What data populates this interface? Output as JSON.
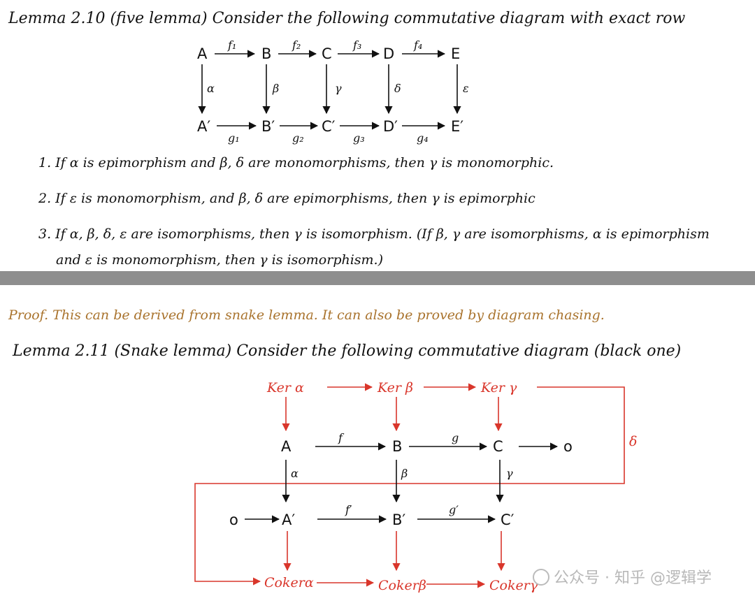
{
  "lemma_five": {
    "heading": "Lemma 2.10 (five lemma) Consider the following commutative diagram with exact row",
    "diagram": {
      "top_nodes": [
        "A",
        "B",
        "C",
        "D",
        "E"
      ],
      "bottom_nodes": [
        "A′",
        "B′",
        "C′",
        "D′",
        "E′"
      ],
      "top_maps": [
        "f₁",
        "f₂",
        "f₃",
        "f₄"
      ],
      "bottom_maps": [
        "g₁",
        "g₂",
        "g₃",
        "g₄"
      ],
      "vertical_maps": [
        "α",
        "β",
        "γ",
        "δ",
        "ε"
      ]
    },
    "items": [
      "1. If α is epimorphism and β, δ are monomorphisms, then γ is monomorphic.",
      "2. If ε is monomorphism, and β, δ are epimorphisms, then γ is epimorphic",
      "3. If α, β, δ, ε are isomorphisms, then γ is isomorphism. (If β, γ are isomorphisms, α is epimorphism",
      "and ε is monomorphism, then γ is isomorphism.)"
    ]
  },
  "proof": "Proof. This can be derived from snake lemma. It can also be proved by diagram chasing.",
  "lemma_snake": {
    "heading": "Lemma 2.11 (Snake lemma) Consider the following commutative diagram (black one)",
    "diagram": {
      "ker_nodes": [
        "Ker α",
        "Ker β",
        "Ker γ"
      ],
      "top_nodes": [
        "A",
        "B",
        "C",
        "o"
      ],
      "top_maps": [
        "f",
        "g"
      ],
      "vertical_maps": [
        "α",
        "β",
        "γ"
      ],
      "bottom_nodes": [
        "o",
        "A′",
        "B′",
        "C′"
      ],
      "bottom_maps": [
        "f′",
        "g′"
      ],
      "coker_nodes": [
        "Cokerα",
        "Cokerβ",
        "Cokerγ"
      ],
      "connecting_map": "δ"
    }
  },
  "watermark": "公众号 · 知乎 @逻辑学",
  "colors": {
    "ink": "#111111",
    "red": "#d9362b",
    "proof": "#a9732d",
    "separator": "#8e8e8e"
  }
}
